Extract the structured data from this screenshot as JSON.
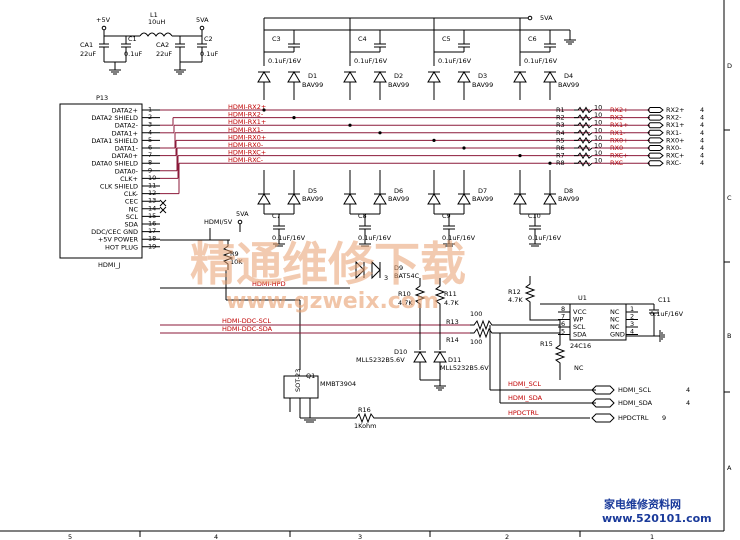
{
  "power": {
    "p5v": "+5V",
    "l1_name": "L1",
    "l1_val": "10uH",
    "p5va": "5VA",
    "ca1": "CA1",
    "ca1_val": "22uF",
    "c1": "C1",
    "c1_val": "0.1uF",
    "ca2": "CA2",
    "ca2_val": "22uF",
    "c2": "C2",
    "c2_val": "0.1uF"
  },
  "top_rail_label": "5VA",
  "connector": {
    "ref": "P13",
    "name": "HDMI_J",
    "pins": [
      {
        "num": "1",
        "name": "DATA2+"
      },
      {
        "num": "2",
        "name": "DATA2 SHIELD"
      },
      {
        "num": "3",
        "name": "DATA2-"
      },
      {
        "num": "4",
        "name": "DATA1+"
      },
      {
        "num": "5",
        "name": "DATA1 SHIELD"
      },
      {
        "num": "6",
        "name": "DATA1-"
      },
      {
        "num": "7",
        "name": "DATA0+"
      },
      {
        "num": "8",
        "name": "DATA0 SHIELD"
      },
      {
        "num": "9",
        "name": "DATA0-"
      },
      {
        "num": "10",
        "name": "CLK+"
      },
      {
        "num": "11",
        "name": "CLK SHIELD"
      },
      {
        "num": "12",
        "name": "CLK-"
      },
      {
        "num": "13",
        "name": "CEC"
      },
      {
        "num": "14",
        "name": "NC"
      },
      {
        "num": "15",
        "name": "SCL"
      },
      {
        "num": "16",
        "name": "SDA"
      },
      {
        "num": "17",
        "name": "DDC/CEC GND"
      },
      {
        "num": "18",
        "name": "+5V POWER"
      },
      {
        "num": "19",
        "name": "HOT PLUG"
      }
    ]
  },
  "diff_nets": [
    "HDMI-RX2+",
    "HDMI-RX2-",
    "HDMI-RX1+",
    "HDMI-RX1-",
    "HDMI-RX0+",
    "HDMI-RX0-",
    "HDMI-RXC+",
    "HDMI-RXC-"
  ],
  "resistors": [
    {
      "ref": "R1",
      "val": "10",
      "net": "RX2+",
      "out": "RX2+",
      "page": "4"
    },
    {
      "ref": "R2",
      "val": "10",
      "net": "RX2-",
      "out": "RX2-",
      "page": "4"
    },
    {
      "ref": "R3",
      "val": "10",
      "net": "RX1+",
      "out": "RX1+",
      "page": "4"
    },
    {
      "ref": "R4",
      "val": "10",
      "net": "RX1-",
      "out": "RX1-",
      "page": "4"
    },
    {
      "ref": "R5",
      "val": "10",
      "net": "RX0+",
      "out": "RX0+",
      "page": "4"
    },
    {
      "ref": "R6",
      "val": "10",
      "net": "RX0-",
      "out": "RX0-",
      "page": "4"
    },
    {
      "ref": "R7",
      "val": "10",
      "net": "RXC+",
      "out": "RXC+",
      "page": "4"
    },
    {
      "ref": "R8",
      "val": "10",
      "net": "RXC-",
      "out": "RXC-",
      "page": "4"
    }
  ],
  "top_caps": [
    {
      "ref": "C3",
      "val": "0.1uF/16V"
    },
    {
      "ref": "C4",
      "val": "0.1uF/16V"
    },
    {
      "ref": "C5",
      "val": "0.1uF/16V"
    },
    {
      "ref": "C6",
      "val": "0.1uF/16V"
    }
  ],
  "top_diodes": [
    {
      "ref": "D1",
      "part": "BAV99"
    },
    {
      "ref": "D2",
      "part": "BAV99"
    },
    {
      "ref": "D3",
      "part": "BAV99"
    },
    {
      "ref": "D4",
      "part": "BAV99"
    }
  ],
  "bot_diodes": [
    {
      "ref": "D5",
      "part": "BAV99"
    },
    {
      "ref": "D6",
      "part": "BAV99"
    },
    {
      "ref": "D7",
      "part": "BAV99"
    },
    {
      "ref": "D8",
      "part": "BAV99"
    }
  ],
  "bot_caps": [
    {
      "ref": "C7",
      "val": "0.1uF/16V"
    },
    {
      "ref": "C8",
      "val": "0.1uF/16V"
    },
    {
      "ref": "C9",
      "val": "0.1uF/16V"
    },
    {
      "ref": "C10",
      "val": "0.1uF/16V"
    }
  ],
  "ddc": {
    "hdmi5v": "HDMI/5V",
    "p5va": "5VA",
    "r9": "R9",
    "r9_val": "10K",
    "d9": "D9",
    "d9_part": "BAT54C",
    "hpd_net": "HDMI-HPD",
    "scl_net": "HDMI-DDC-SCL",
    "sda_net": "HDMI-DDC-SDA",
    "r11": "R11",
    "r11_val": "4.7K",
    "r10": "R10",
    "r10_val": "4.7K",
    "r12": "R12",
    "r12_val": "4.7K",
    "r13": "R13",
    "r13_val": "100",
    "r14": "R14",
    "r14_val": "100",
    "d10": "D10",
    "d10_part": "MLL5232B5.6V",
    "d11": "D11",
    "d11_part": "MLL5232B5.6V",
    "r15": "R15",
    "r15_val": "NC"
  },
  "eeprom": {
    "ref": "U1",
    "part": "24C16",
    "pins_left": [
      {
        "num": "8",
        "name": "VCC"
      },
      {
        "num": "7",
        "name": "WP"
      },
      {
        "num": "6",
        "name": "SCL"
      },
      {
        "num": "5",
        "name": "SDA"
      }
    ],
    "pins_right": [
      {
        "num": "1",
        "name": "NC"
      },
      {
        "num": "2",
        "name": "NC"
      },
      {
        "num": "3",
        "name": "NC"
      },
      {
        "num": "4",
        "name": "GND"
      }
    ],
    "c11": "C11",
    "c11_val": "0.1uF/16V"
  },
  "q1": {
    "ref": "Q1",
    "part": "MMBT3904",
    "pkg": "SOT-23"
  },
  "r16": {
    "ref": "R16",
    "val": "1Kohm"
  },
  "out_ports": [
    {
      "net": "HDMI_SCL",
      "label": "HDMI_SCL",
      "page": "4"
    },
    {
      "net": "HDMI_SDA",
      "label": "HDMI_SDA",
      "page": "4"
    },
    {
      "net": "HPDCTRL",
      "label": "HPDCTRL",
      "page": "9"
    }
  ],
  "border": {
    "rows": [
      "D",
      "C",
      "B",
      "A"
    ],
    "cols": [
      "5",
      "4",
      "3",
      "2",
      "1"
    ]
  },
  "watermark": {
    "cn": "精通维修下载",
    "url": "www.gzweix.com"
  },
  "logo": {
    "cn": "家电维修资料网",
    "url": "www.520101.com"
  }
}
